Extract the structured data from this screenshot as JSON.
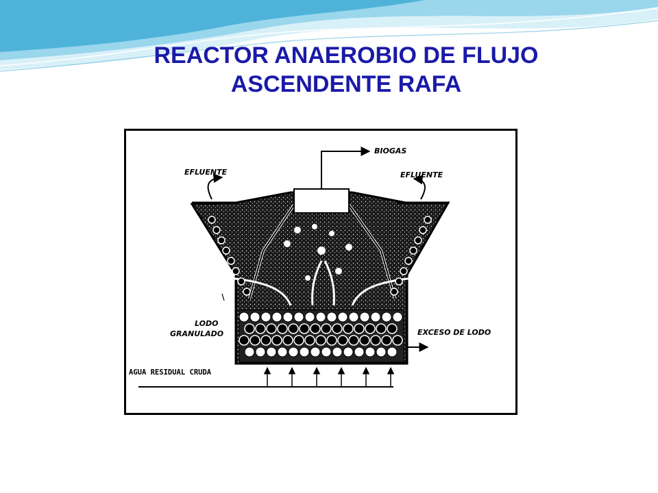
{
  "slide": {
    "title_lines": [
      "REACTOR ANAEROBIO DE FLUJO",
      "ASCENDENTE   RAFA"
    ],
    "title_color": "#1a1aa8",
    "wave_colors": [
      "#4fb3d9",
      "#9ad6ec",
      "#d8f0f8"
    ]
  },
  "diagram": {
    "labels": {
      "biogas": "BIOGAS",
      "effluent_left": "EFLUENTE",
      "effluent_right": "EFLUENTE",
      "sludge_line1": "LODO",
      "sludge_line2": "GRANULADO",
      "excess_sludge": "EXCESO DE LODO",
      "raw_wastewater": "AGUA RESIDUAL CRUDA"
    }
  }
}
